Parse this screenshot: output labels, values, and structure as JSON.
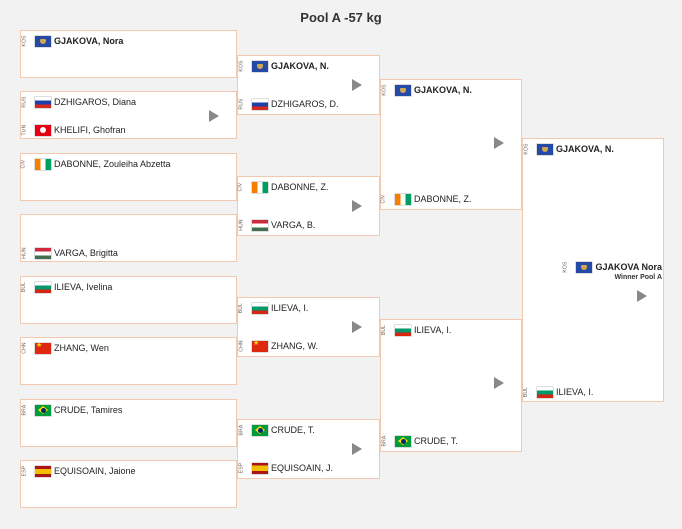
{
  "title": "Pool A -57 kg",
  "round1": [
    {
      "top": {
        "code": "KOS",
        "flag": "kos",
        "name": "GJAKOVA, Nora",
        "bold": true
      },
      "bottom": null
    },
    {
      "top": {
        "code": "RUS",
        "flag": "rus",
        "name": "DZHIGAROS, Diana"
      },
      "bottom": {
        "code": "TUN",
        "flag": "tun",
        "name": "KHELIFI, Ghofran"
      }
    },
    {
      "top": {
        "code": "CIV",
        "flag": "civ",
        "name": "DABONNE, Zouleiha Abzetta"
      },
      "bottom": null
    },
    {
      "top": null,
      "bottom": {
        "code": "HUN",
        "flag": "hun",
        "name": "VARGA, Brigitta"
      }
    },
    {
      "top": {
        "code": "BUL",
        "flag": "bul",
        "name": "ILIEVA, Ivelina"
      },
      "bottom": null
    },
    {
      "top": {
        "code": "CHN",
        "flag": "chn",
        "name": "ZHANG, Wen"
      },
      "bottom": null
    },
    {
      "top": {
        "code": "BRA",
        "flag": "bra",
        "name": "CRUDE, Tamires"
      },
      "bottom": null
    },
    {
      "top": {
        "code": "ESP",
        "flag": "esp",
        "name": "EQUISOAIN, Jaione"
      },
      "bottom": null
    }
  ],
  "round2": [
    {
      "top": {
        "code": "KOS",
        "flag": "kos",
        "name": "GJAKOVA, N.",
        "bold": true
      },
      "bottom": {
        "code": "RUS",
        "flag": "rus",
        "name": "DZHIGAROS, D."
      }
    },
    {
      "top": {
        "code": "CIV",
        "flag": "civ",
        "name": "DABONNE, Z."
      },
      "bottom": {
        "code": "HUN",
        "flag": "hun",
        "name": "VARGA, B."
      }
    },
    {
      "top": {
        "code": "BUL",
        "flag": "bul",
        "name": "ILIEVA, I."
      },
      "bottom": {
        "code": "CHN",
        "flag": "chn",
        "name": "ZHANG, W."
      }
    },
    {
      "top": {
        "code": "BRA",
        "flag": "bra",
        "name": "CRUDE, T."
      },
      "bottom": {
        "code": "ESP",
        "flag": "esp",
        "name": "EQUISOAIN, J."
      }
    }
  ],
  "round3": [
    {
      "top": {
        "code": "KOS",
        "flag": "kos",
        "name": "GJAKOVA, N.",
        "bold": true
      },
      "bottom": {
        "code": "CIV",
        "flag": "civ",
        "name": "DABONNE, Z."
      }
    },
    {
      "top": {
        "code": "BUL",
        "flag": "bul",
        "name": "ILIEVA, I."
      },
      "bottom": {
        "code": "BRA",
        "flag": "bra",
        "name": "CRUDE, T."
      }
    }
  ],
  "final": {
    "top": {
      "code": "KOS",
      "flag": "kos",
      "name": "GJAKOVA, N.",
      "bold": true
    },
    "bottom": {
      "code": "BUL",
      "flag": "bul",
      "name": "ILIEVA, I."
    }
  },
  "winner": {
    "code": "KOS",
    "flag": "kos",
    "name": "GJAKOVA Nora",
    "subtitle": "Winner Pool A"
  }
}
